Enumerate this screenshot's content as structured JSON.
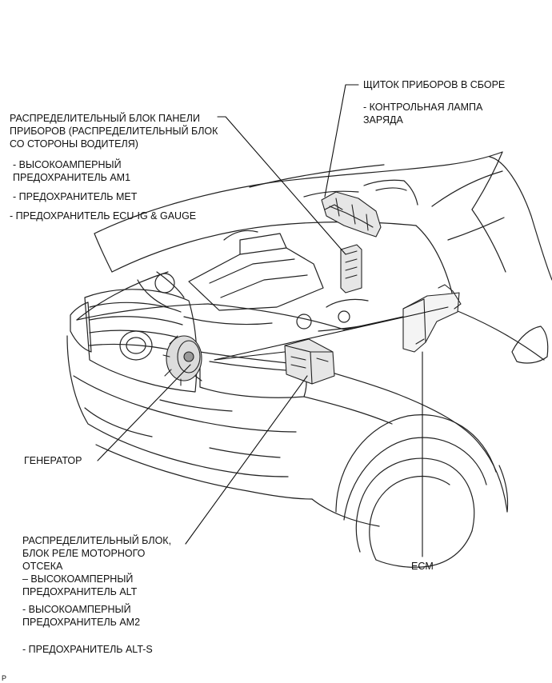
{
  "labels": {
    "instrument_cluster": {
      "title": "ЩИТОК ПРИБОРОВ В СБОРЕ",
      "sub1": "- КОНТРОЛЬНАЯ ЛАМПА",
      "sub2": "ЗАРЯДА"
    },
    "driver_side_jb": {
      "line1": "РАСПРЕДЕЛИТЕЛЬНЫЙ БЛОК ПАНЕЛИ",
      "line2": "ПРИБОРОВ (РАСПРЕДЕЛИТЕЛЬНЫЙ БЛОК",
      "line3": "СО СТОРОНЫ ВОДИТЕЛЯ)",
      "item1a": "- ВЫСОКОАМПЕРНЫЙ",
      "item1b": "ПРЕДОХРАНИТЕЛЬ AM1",
      "item2": "- ПРЕДОХРАНИТЕЛЬ MET",
      "item3": "- ПРЕДОХРАНИТЕЛЬ ECU-IG & GAUGE"
    },
    "generator": "ГЕНЕРАТОР",
    "engine_room_jb": {
      "line1": "РАСПРЕДЕЛИТЕЛЬНЫЙ БЛОК,",
      "line2": "БЛОК РЕЛЕ МОТОРНОГО",
      "line3": "ОТСЕКА",
      "item1a": "– ВЫСОКОАМПЕРНЫЙ",
      "item1b": "ПРЕДОХРАНИТЕЛЬ ALT",
      "item2a": "- ВЫСОКОАМПЕРНЫЙ",
      "item2b": "ПРЕДОХРАНИТЕЛЬ AM2",
      "item3": "- ПРЕДОХРАНИТЕЛЬ ALT-S"
    },
    "ecm": "ECM",
    "corner_mark": "P"
  }
}
